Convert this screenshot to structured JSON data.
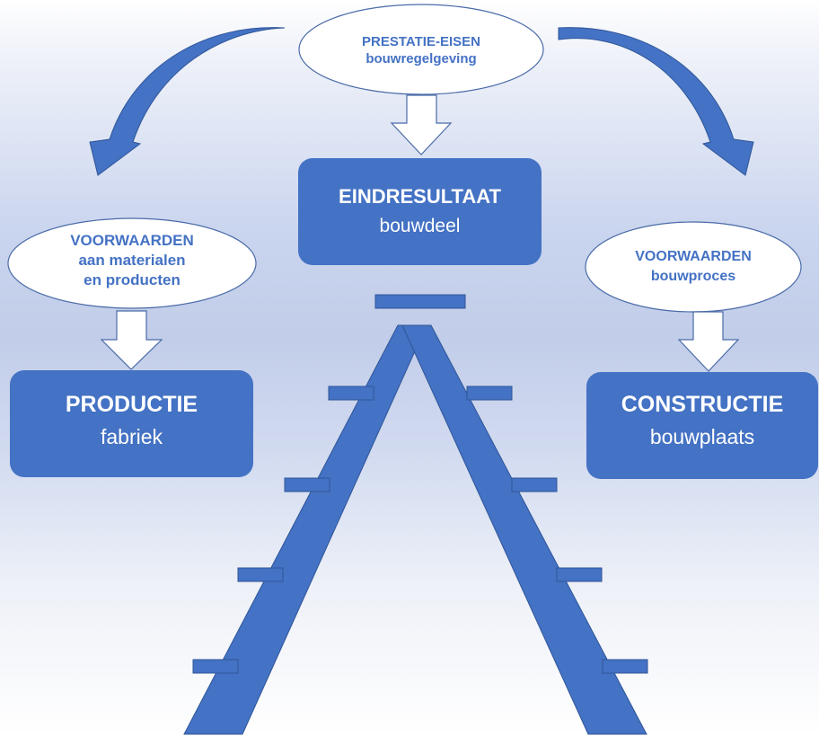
{
  "colors": {
    "accent": "#4472c4",
    "arrow_fill": "#4472c4",
    "ellipse_fill": "#ffffff",
    "ellipse_text": "#4472c4",
    "box_text": "#ffffff"
  },
  "top_ellipse": {
    "line1": "PRESTATIE-EISEN",
    "line2": "bouwregelgeving"
  },
  "center_box": {
    "title": "EINDRESULTAAT",
    "subtitle": "bouwdeel"
  },
  "left_ellipse": {
    "line1": "VOORWAARDEN",
    "line2": "aan materialen",
    "line3": "en producten"
  },
  "left_box": {
    "title": "PRODUCTIE",
    "subtitle": "fabriek"
  },
  "right_ellipse": {
    "line1": "VOORWAARDEN",
    "line2": "bouwproces"
  },
  "right_box": {
    "title": "CONSTRUCTIE",
    "subtitle": "bouwplaats"
  },
  "ladder": {
    "left_rungs": 4,
    "right_rungs": 4
  }
}
